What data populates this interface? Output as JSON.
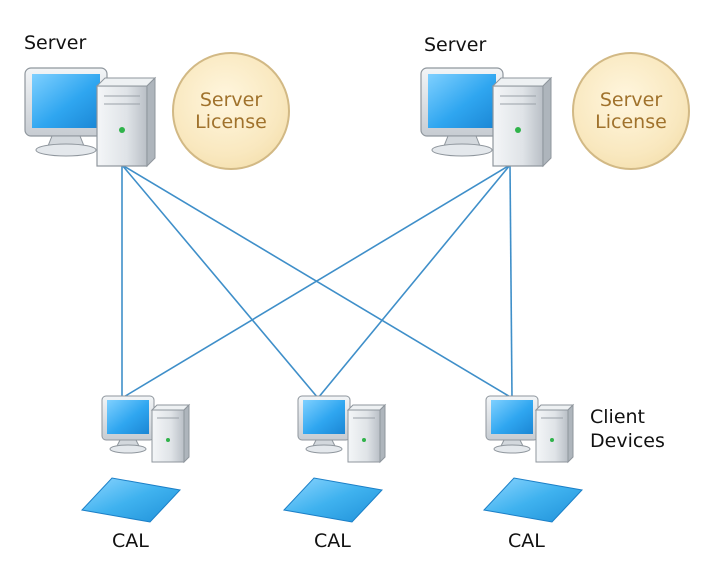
{
  "servers": [
    {
      "label": "Server",
      "license_line1": "Server",
      "license_line2": "License"
    },
    {
      "label": "Server",
      "license_line1": "Server",
      "license_line2": "License"
    }
  ],
  "clients": {
    "label_line1": "Client",
    "label_line2": "Devices",
    "items": [
      {
        "cal_label": "CAL"
      },
      {
        "cal_label": "CAL"
      },
      {
        "cal_label": "CAL"
      }
    ]
  },
  "colors": {
    "connector": "#3f8fc9",
    "screen": "#2fa6f0",
    "license_fill": "#f9e8bf",
    "license_text": "#a0722c",
    "cal_fill": "#3fb2ef"
  }
}
